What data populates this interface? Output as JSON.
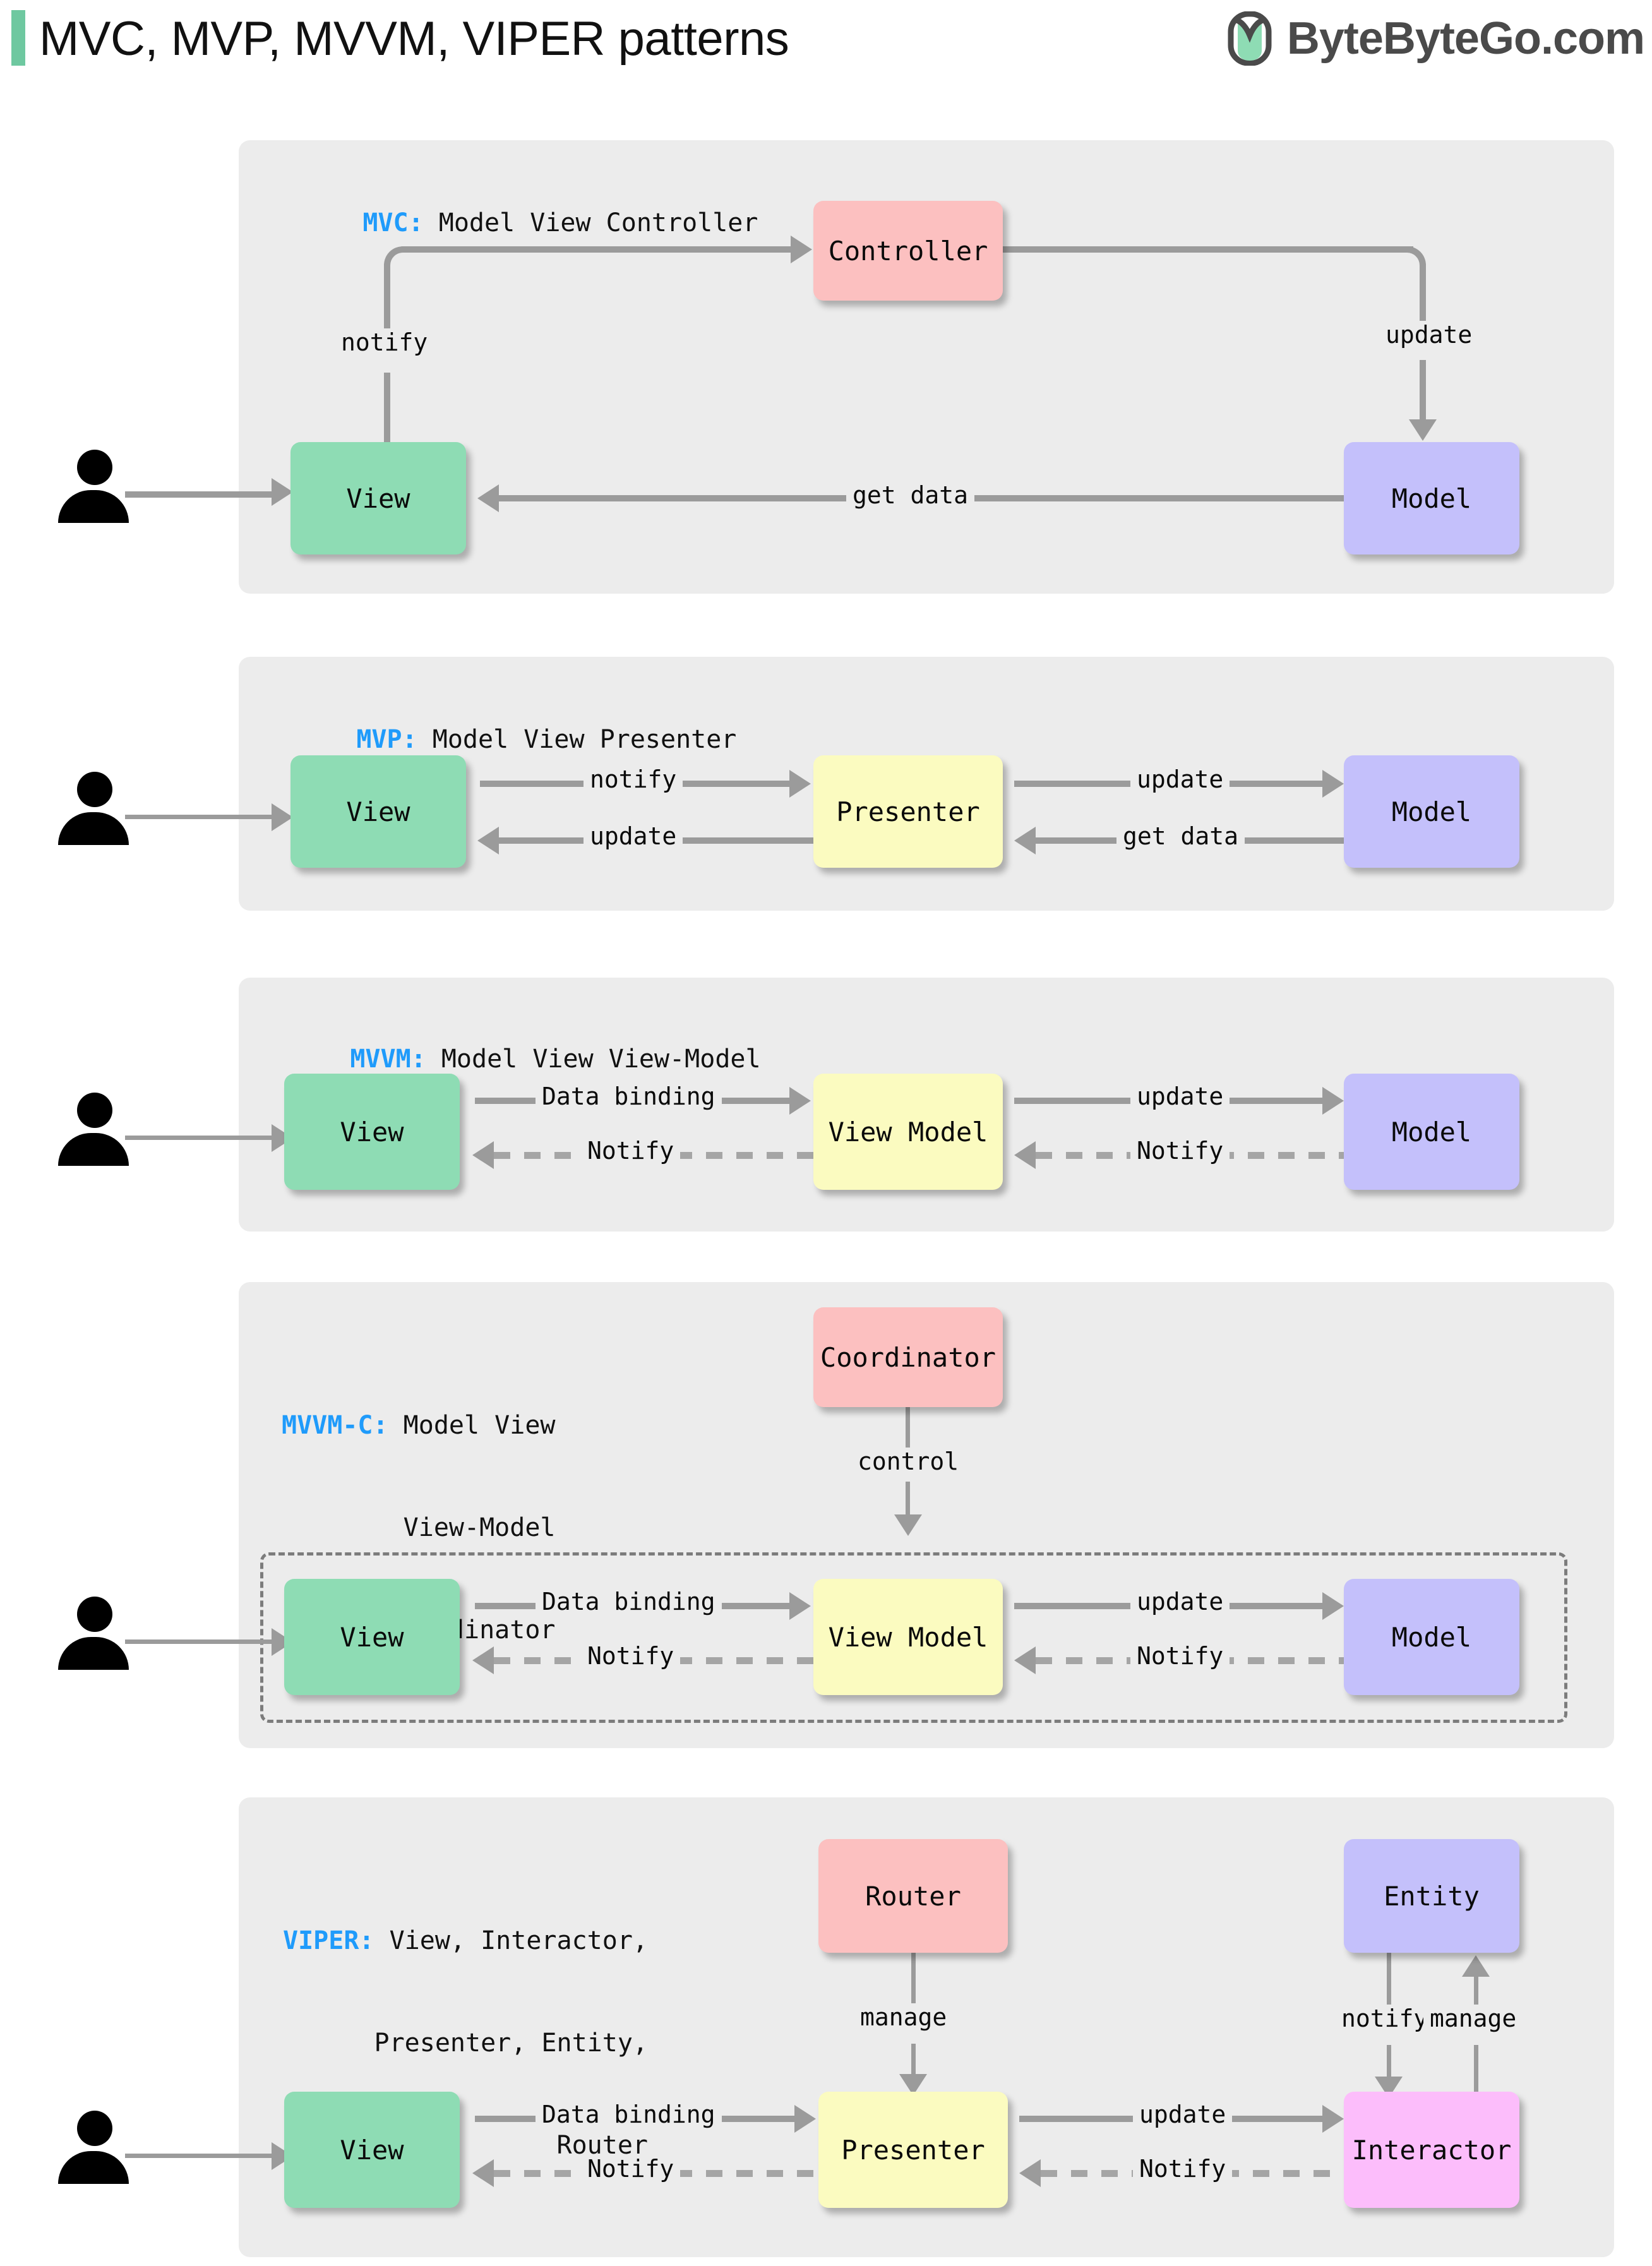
{
  "header": {
    "title": "MVC, MVP, MVVM, VIPER patterns",
    "brand": "ByteByteGo.com",
    "logo_icon": "bytebytego-leaf-logo",
    "accent_color": "#6ec8a0",
    "brand_color": "#4a4a4a"
  },
  "palette": {
    "panel_bg": "#ececec",
    "green": "#8edcb4",
    "purple": "#c4c0fb",
    "pink": "#fcc0c0",
    "yellow": "#fbfbc0",
    "magenta": "#fcbdfb",
    "connector": "#9b9b9b",
    "label_blue": "#1f9bfb",
    "text": "#0a0a0a"
  },
  "sections": [
    {
      "id": "mvc",
      "code": "MVC:",
      "title": "Model View Controller",
      "nodes": [
        {
          "id": "view",
          "label": "View",
          "color": "green"
        },
        {
          "id": "controller",
          "label": "Controller",
          "color": "pink"
        },
        {
          "id": "model",
          "label": "Model",
          "color": "purple"
        }
      ],
      "edges": [
        {
          "from": "user",
          "to": "view",
          "label": "",
          "style": "solid"
        },
        {
          "from": "view",
          "to": "controller",
          "label": "notify",
          "style": "solid"
        },
        {
          "from": "controller",
          "to": "model",
          "label": "update",
          "style": "solid"
        },
        {
          "from": "model",
          "to": "view",
          "label": "get data",
          "style": "solid"
        }
      ]
    },
    {
      "id": "mvp",
      "code": "MVP:",
      "title": "Model View Presenter",
      "nodes": [
        {
          "id": "view",
          "label": "View",
          "color": "green"
        },
        {
          "id": "presenter",
          "label": "Presenter",
          "color": "yellow"
        },
        {
          "id": "model",
          "label": "Model",
          "color": "purple"
        }
      ],
      "edges": [
        {
          "from": "user",
          "to": "view",
          "label": "",
          "style": "solid"
        },
        {
          "from": "view",
          "to": "presenter",
          "label": "notify",
          "style": "solid"
        },
        {
          "from": "presenter",
          "to": "model",
          "label": "update",
          "style": "solid"
        },
        {
          "from": "model",
          "to": "presenter",
          "label": "get data",
          "style": "solid"
        },
        {
          "from": "presenter",
          "to": "view",
          "label": "update",
          "style": "solid"
        }
      ]
    },
    {
      "id": "mvvm",
      "code": "MVVM:",
      "title": "Model View View-Model",
      "nodes": [
        {
          "id": "view",
          "label": "View",
          "color": "green"
        },
        {
          "id": "viewmodel",
          "label": "View Model",
          "color": "yellow"
        },
        {
          "id": "model",
          "label": "Model",
          "color": "purple"
        }
      ],
      "edges": [
        {
          "from": "user",
          "to": "view",
          "label": "",
          "style": "solid"
        },
        {
          "from": "view",
          "to": "viewmodel",
          "label": "Data binding",
          "style": "solid"
        },
        {
          "from": "viewmodel",
          "to": "model",
          "label": "update",
          "style": "solid"
        },
        {
          "from": "model",
          "to": "viewmodel",
          "label": "Notify",
          "style": "dashed"
        },
        {
          "from": "viewmodel",
          "to": "view",
          "label": "Notify",
          "style": "dashed"
        }
      ]
    },
    {
      "id": "mvvmc",
      "code": "MVVM-C:",
      "title_lines": [
        "Model View",
        "View-Model",
        "Coordinator"
      ],
      "nodes": [
        {
          "id": "coordinator",
          "label": "Coordinator",
          "color": "pink"
        },
        {
          "id": "view",
          "label": "View",
          "color": "green"
        },
        {
          "id": "viewmodel",
          "label": "View Model",
          "color": "yellow"
        },
        {
          "id": "model",
          "label": "Model",
          "color": "purple"
        }
      ],
      "edges": [
        {
          "from": "user",
          "to": "view",
          "label": "",
          "style": "solid"
        },
        {
          "from": "coordinator",
          "to": "group",
          "label": "control",
          "style": "solid"
        },
        {
          "from": "view",
          "to": "viewmodel",
          "label": "Data binding",
          "style": "solid"
        },
        {
          "from": "viewmodel",
          "to": "model",
          "label": "update",
          "style": "solid"
        },
        {
          "from": "model",
          "to": "viewmodel",
          "label": "Notify",
          "style": "dashed"
        },
        {
          "from": "viewmodel",
          "to": "view",
          "label": "Notify",
          "style": "dashed"
        }
      ]
    },
    {
      "id": "viper",
      "code": "VIPER:",
      "title_lines": [
        "View, Interactor,",
        "Presenter, Entity,",
        "Router"
      ],
      "nodes": [
        {
          "id": "router",
          "label": "Router",
          "color": "pink"
        },
        {
          "id": "entity",
          "label": "Entity",
          "color": "purple"
        },
        {
          "id": "view",
          "label": "View",
          "color": "green"
        },
        {
          "id": "presenter",
          "label": "Presenter",
          "color": "yellow"
        },
        {
          "id": "interactor",
          "label": "Interactor",
          "color": "magenta"
        }
      ],
      "edges": [
        {
          "from": "user",
          "to": "view",
          "label": "",
          "style": "solid"
        },
        {
          "from": "router",
          "to": "presenter",
          "label": "manage",
          "style": "solid"
        },
        {
          "from": "entity",
          "to": "interactor",
          "label": "notify",
          "style": "solid"
        },
        {
          "from": "interactor",
          "to": "entity",
          "label": "manage",
          "style": "solid"
        },
        {
          "from": "view",
          "to": "presenter",
          "label": "Data binding",
          "style": "solid"
        },
        {
          "from": "presenter",
          "to": "interactor",
          "label": "update",
          "style": "solid"
        },
        {
          "from": "interactor",
          "to": "presenter",
          "label": "Notify",
          "style": "dashed"
        },
        {
          "from": "presenter",
          "to": "view",
          "label": "Notify",
          "style": "dashed"
        }
      ]
    }
  ],
  "labels": {
    "mvc_notify": "notify",
    "mvc_update": "update",
    "mvc_getdata": "get data",
    "mvp_notify": "notify",
    "mvp_update_left": "update",
    "mvp_update_right": "update",
    "mvp_getdata": "get data",
    "mvvm_databinding": "Data binding",
    "mvvm_update": "update",
    "mvvm_notify_left": "Notify",
    "mvvm_notify_right": "Notify",
    "mvvmc_control": "control",
    "mvvmc_databinding": "Data binding",
    "mvvmc_update": "update",
    "mvvmc_notify_left": "Notify",
    "mvvmc_notify_right": "Notify",
    "viper_manage_router": "manage",
    "viper_notify_entity": "notify",
    "viper_manage_entity": "manage",
    "viper_databinding": "Data binding",
    "viper_update": "update",
    "viper_notify_left": "Notify",
    "viper_notify_right": "Notify"
  },
  "node_labels": {
    "view": "View",
    "controller": "Controller",
    "model": "Model",
    "presenter": "Presenter",
    "viewmodel": "View Model",
    "coordinator": "Coordinator",
    "router": "Router",
    "entity": "Entity",
    "interactor": "Interactor"
  }
}
